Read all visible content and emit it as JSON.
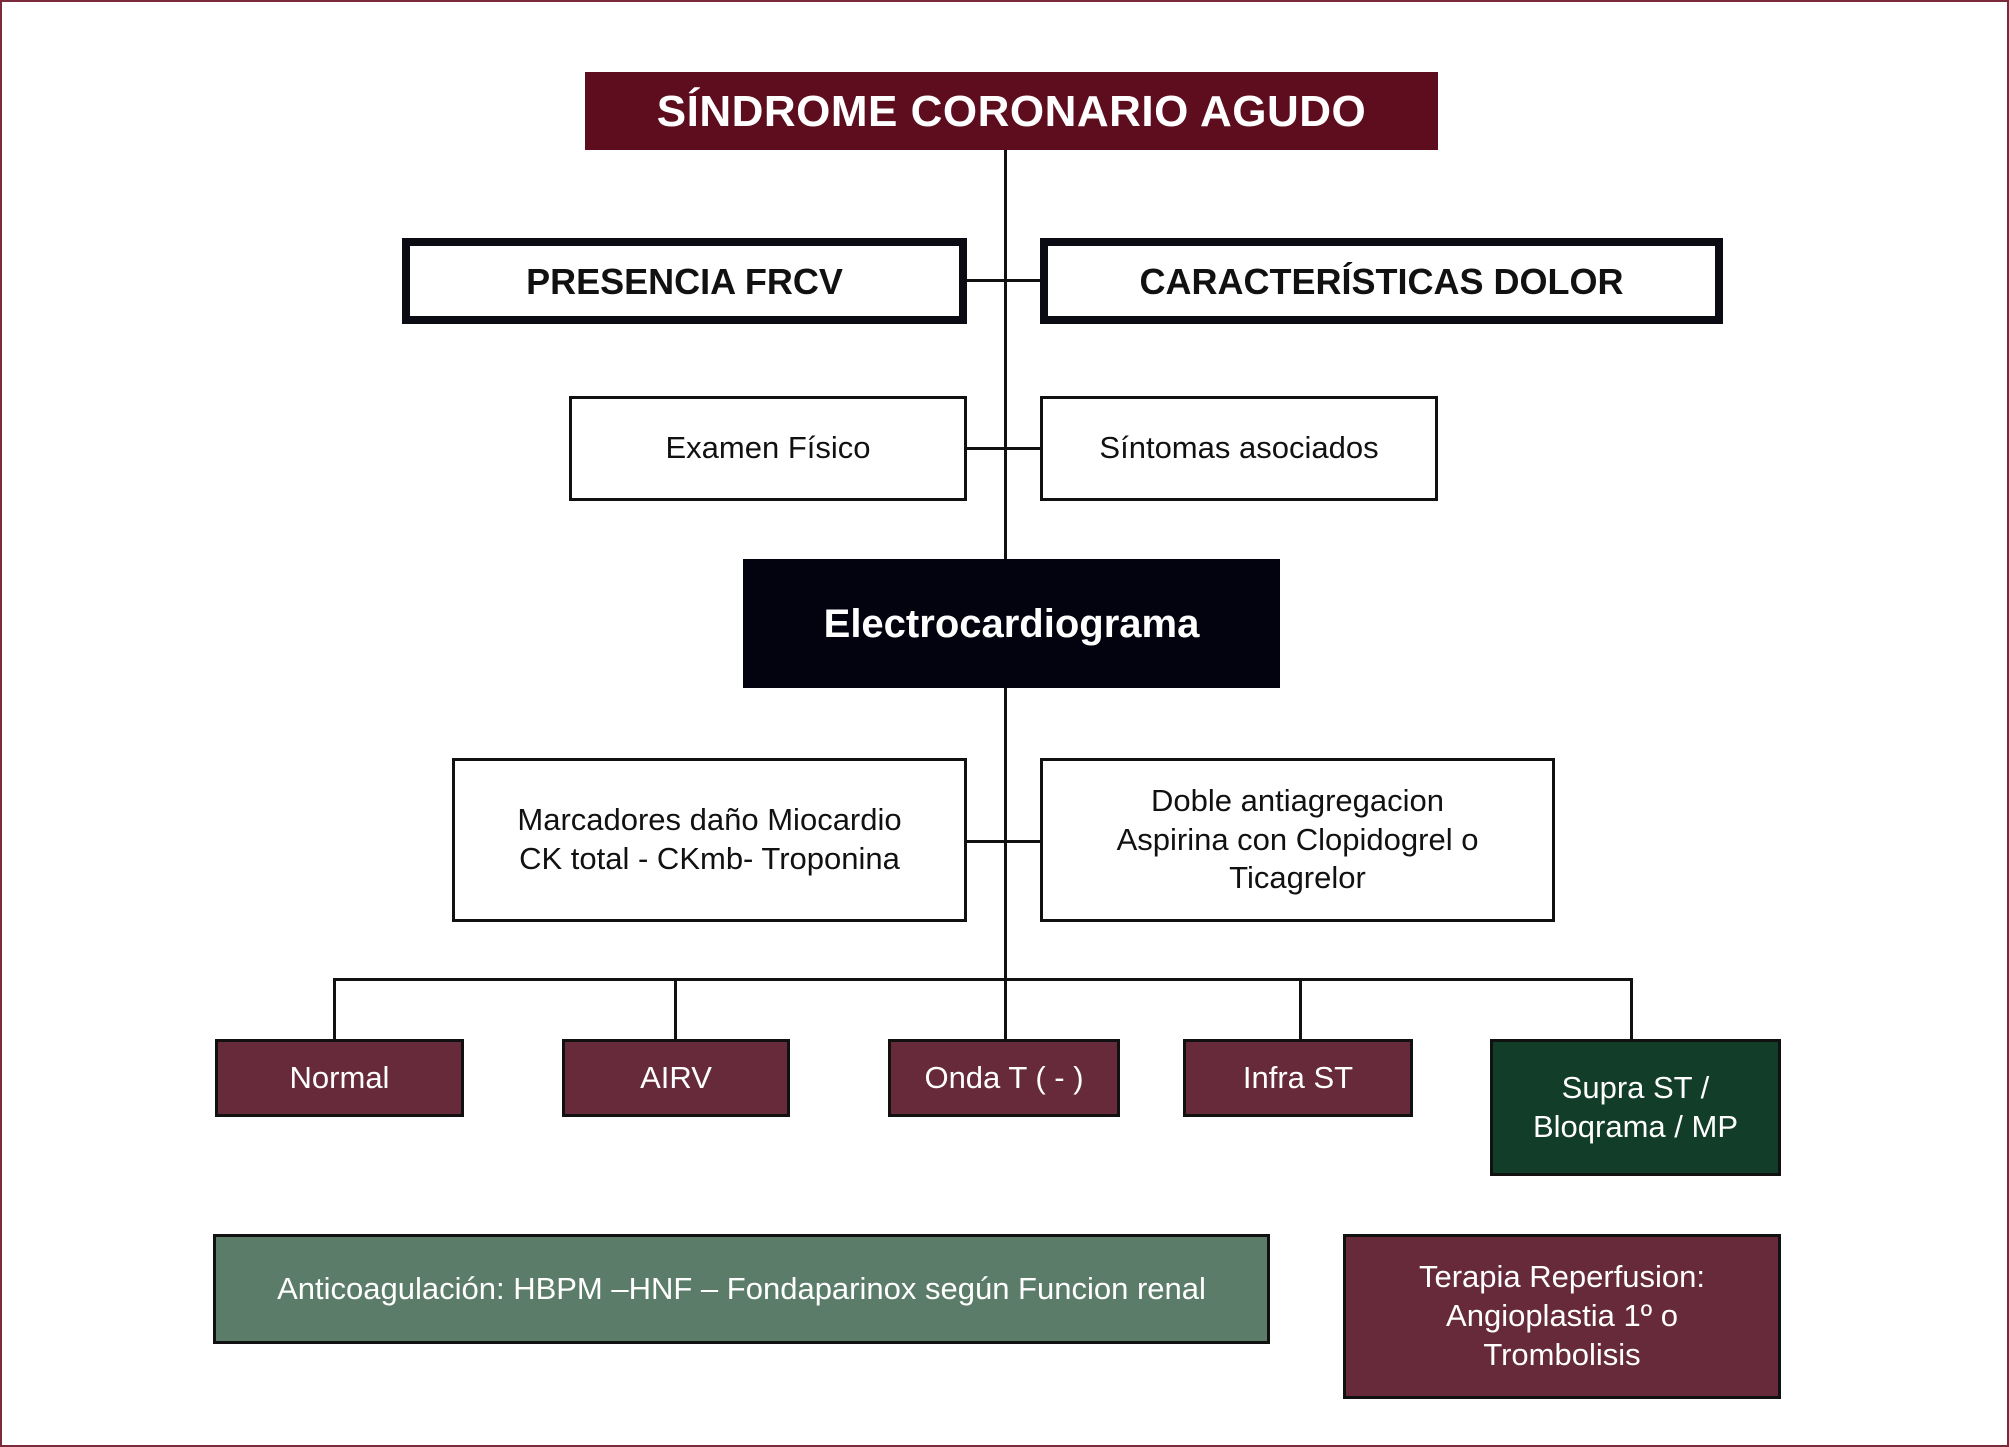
{
  "diagram": {
    "title": "SÍNDROME CORONARIO AGUDO",
    "level1": {
      "left": "PRESENCIA FRCV",
      "right": "CARACTERÍSTICAS DOLOR"
    },
    "level2": {
      "left": "Examen Físico",
      "right": "Síntomas asociados"
    },
    "ecg": "Electrocardiograma",
    "level3": {
      "left": "Marcadores daño Miocardio\nCK total - CKmb- Troponina",
      "right": "Doble antiagregacion\nAspirina con Clopidogrel o\nTicagrelor"
    },
    "results": [
      {
        "label": "Normal"
      },
      {
        "label": "AIRV"
      },
      {
        "label": "Onda T ( - )"
      },
      {
        "label": "Infra ST"
      },
      {
        "label": "Supra ST /\nBloqrama / MP"
      }
    ],
    "treatments": {
      "anticoagulation": "Anticoagulación: HBPM –HNF – Fondaparinox según Funcion renal",
      "reperfusion": "Terapia Reperfusion:\nAngioplastia  1º o\nTrombolisis"
    },
    "colors": {
      "title_bg": "#5e0d1e",
      "ecg_bg": "#03030f",
      "result_bg": "#672a3a",
      "supra_bg": "#123d28",
      "anticoag_bg": "#5b7c69",
      "frame": "#7a2a3a"
    }
  }
}
